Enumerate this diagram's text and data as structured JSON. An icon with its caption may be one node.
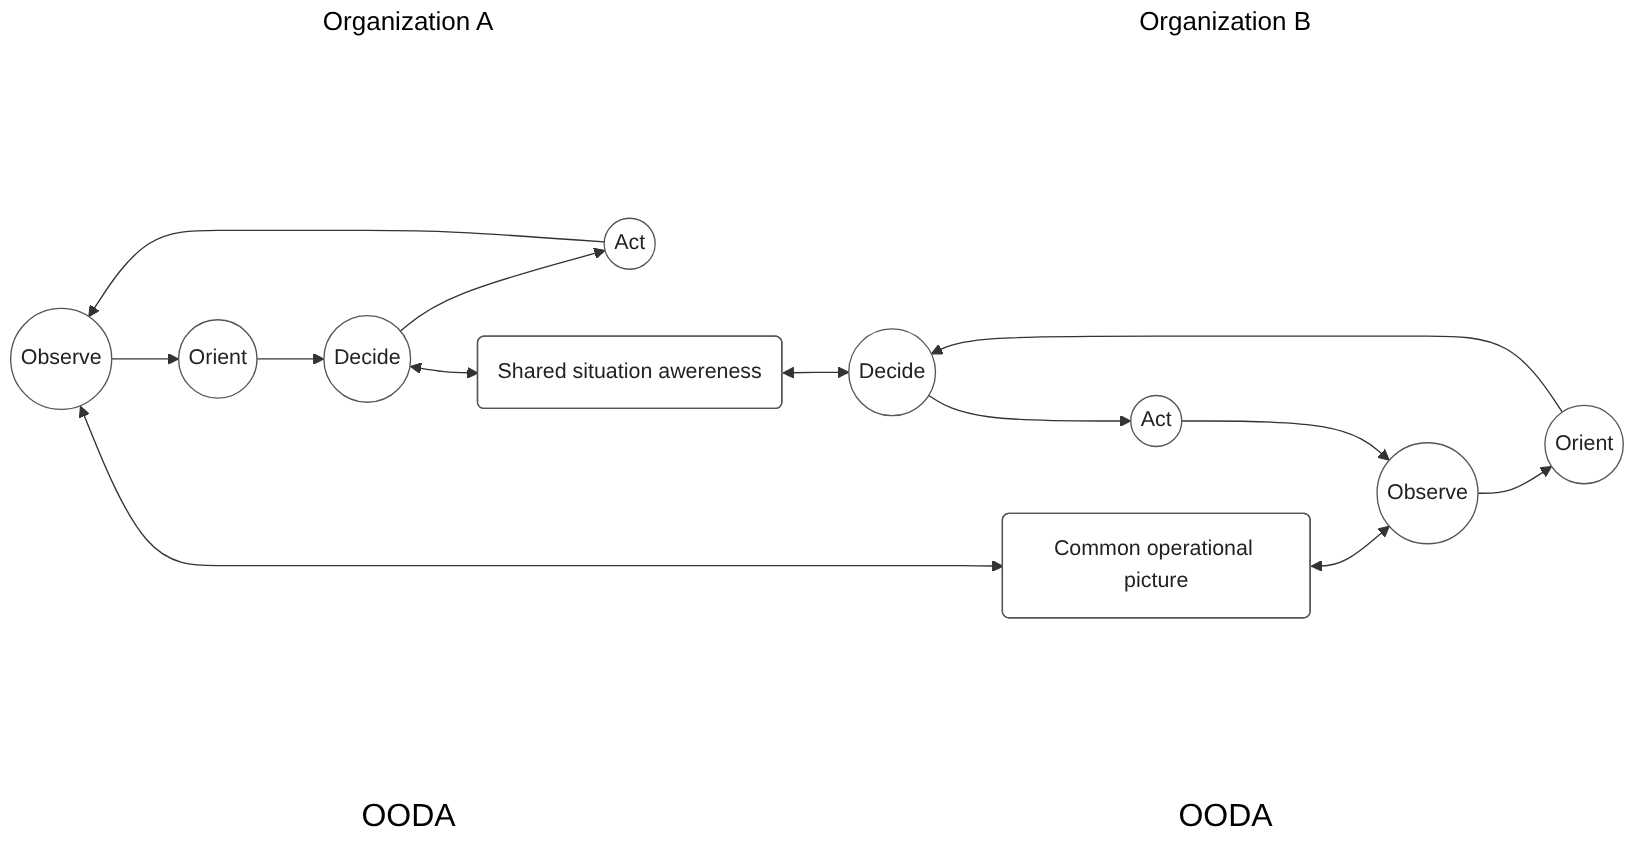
{
  "diagram": {
    "nodes": [
      {
        "text": [
          "Observe"
        ]
      },
      {
        "text": [
          "Orient"
        ]
      },
      {
        "text": [
          "Decide"
        ]
      },
      {
        "text": [
          "Act"
        ]
      },
      {
        "text": [
          "Common operational picture"
        ]
      },
      {
        "text": [
          "Shared situation awereness"
        ]
      },
      {
        "text": [
          "Observe"
        ]
      },
      {
        "text": [
          "Orient"
        ]
      },
      {
        "text": [
          "Decide"
        ]
      },
      {
        "text": [
          "Act"
        ]
      }
    ],
    "edges": [
      {
        "from": 0,
        "to": 1,
        "arrow": "to"
      },
      {
        "from": 1,
        "to": 2,
        "arrow": "to"
      },
      {
        "from": 2,
        "to": 3,
        "arrow": "to"
      },
      {
        "from": 3,
        "to": 0,
        "arrow": "to"
      },
      {
        "from": 0,
        "to": 4,
        "arrow": "both"
      },
      {
        "from": 2,
        "to": 5,
        "arrow": "both"
      },
      {
        "from": 4,
        "to": 6,
        "arrow": "both"
      },
      {
        "from": 5,
        "to": 8,
        "arrow": "both"
      },
      {
        "from": 6,
        "to": 7,
        "arrow": "to"
      },
      {
        "from": 7,
        "to": 8,
        "arrow": "to"
      },
      {
        "from": 8,
        "to": 9,
        "arrow": "to"
      },
      {
        "from": 9,
        "to": 6,
        "arrow": "to"
      }
    ],
    "labels": [
      "Organization A",
      "Organization B",
      "OODA",
      "OODA"
    ]
  }
}
